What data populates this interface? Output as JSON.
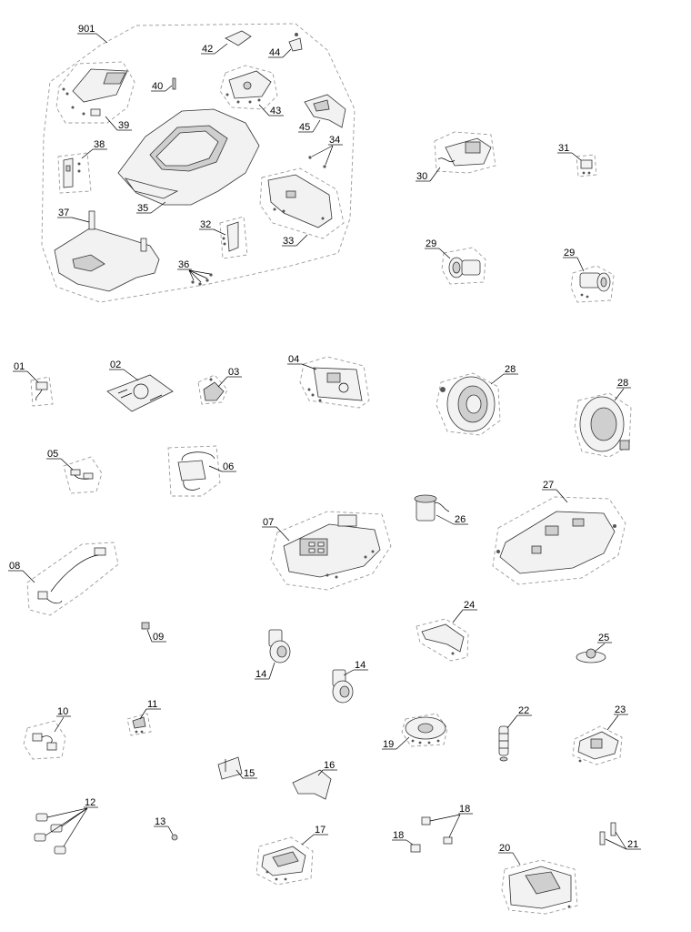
{
  "diagram": {
    "labels": {
      "c901": "901",
      "c42": "42",
      "c44": "44",
      "c40": "40",
      "c43": "43",
      "c39": "39",
      "c45": "45",
      "c34": "34",
      "c38": "38",
      "c35": "35",
      "c37": "37",
      "c32": "32",
      "c33": "33",
      "c36": "36",
      "c30": "30",
      "c31": "31",
      "c29a": "29",
      "c29b": "29",
      "c01": "01",
      "c02": "02",
      "c03": "03",
      "c04": "04",
      "c28a": "28",
      "c28b": "28",
      "c05": "05",
      "c06": "06",
      "c27": "27",
      "c26": "26",
      "c07": "07",
      "c08": "08",
      "c24": "24",
      "c09": "09",
      "c25": "25",
      "c14a": "14",
      "c14b": "14",
      "c10": "10",
      "c11": "11",
      "c22": "22",
      "c23": "23",
      "c19": "19",
      "c15": "15",
      "c16": "16",
      "c12": "12",
      "c18a": "18",
      "c18b": "18",
      "c13": "13",
      "c17": "17",
      "c21": "21",
      "c20": "20"
    }
  }
}
